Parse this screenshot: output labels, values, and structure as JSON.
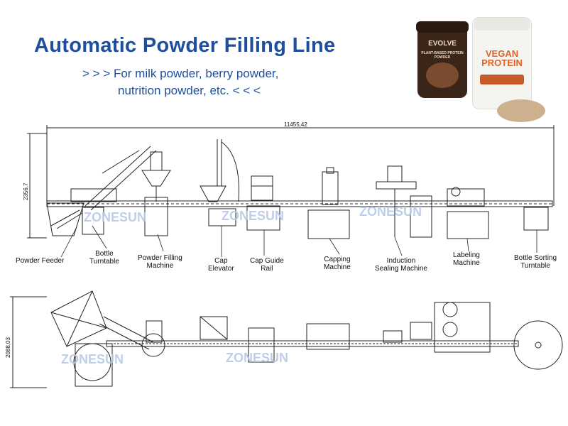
{
  "header": {
    "title": "Automatic Powder Filling Line",
    "subtitle_line1": "> > >  For milk powder, berry powder,",
    "subtitle_line2": "nutrition powder, etc.  < < <"
  },
  "dimensions": {
    "total_length": "11455,42",
    "side_height": "2356,7",
    "top_width": "2088,03"
  },
  "machines": [
    {
      "key": "powder_feeder",
      "label": "Powder Feeder"
    },
    {
      "key": "bottle_turntable",
      "label": "Bottle\nTurntable"
    },
    {
      "key": "powder_filling",
      "label": "Powder Filling\nMachine"
    },
    {
      "key": "cap_elevator",
      "label": "Cap\nElevator"
    },
    {
      "key": "cap_guide",
      "label": "Cap Guide\nRail"
    },
    {
      "key": "capping",
      "label": "Capping\nMachine"
    },
    {
      "key": "induction",
      "label": "Induction\nSealing Machine"
    },
    {
      "key": "labeling",
      "label": "Labeling\nMachine"
    },
    {
      "key": "sorting",
      "label": "Bottle Sorting\nTurntable"
    }
  ],
  "products": {
    "jar1_brand": "EVOLVE",
    "jar1_text": "PLANT-BASED PROTEIN POWDER",
    "jar2_brand": "VEGAN PROTEIN"
  },
  "watermark": "ZONESUN",
  "colors": {
    "title": "#1f4e9c",
    "line": "#222222",
    "watermark": "#b9c9e6"
  }
}
